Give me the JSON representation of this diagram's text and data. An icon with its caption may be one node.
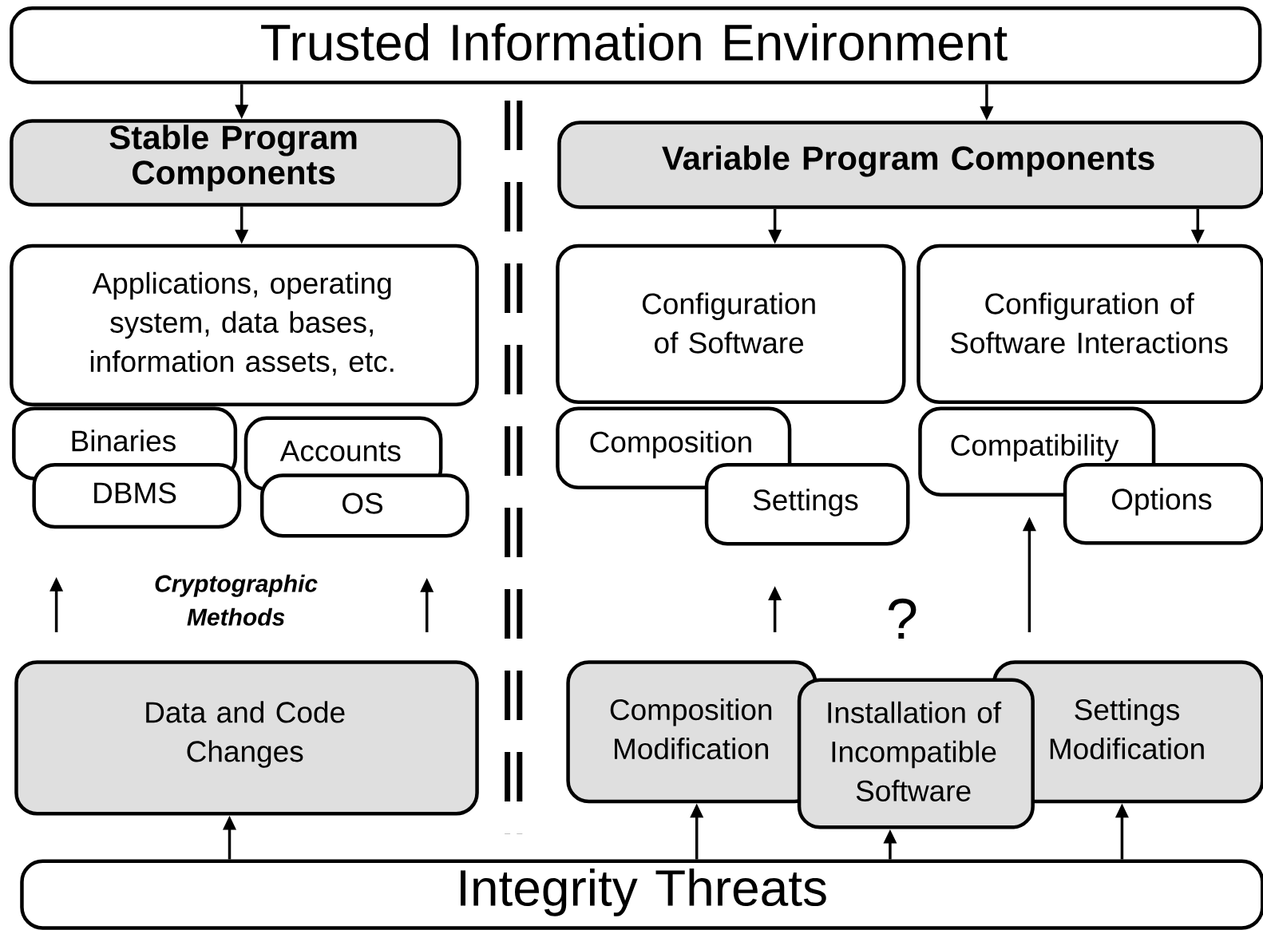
{
  "diagram": {
    "nodes": [
      {
        "text": [
          "Trusted Information Environment"
        ]
      },
      {
        "text": [
          "Stable Program Components"
        ]
      },
      {
        "text": [
          "Variable Program Components"
        ]
      },
      {
        "text": [
          "Applications, operating system, data bases, information assets, etc."
        ]
      },
      {
        "text": [
          "Binaries"
        ]
      },
      {
        "text": [
          "DBMS"
        ]
      },
      {
        "text": [
          "Accounts"
        ]
      },
      {
        "text": [
          "OS"
        ]
      },
      {
        "text": [
          "Configuration of Software"
        ]
      },
      {
        "text": [
          "Configuration of Software Interactions"
        ]
      },
      {
        "text": [
          "Composition"
        ]
      },
      {
        "text": [
          "Settings"
        ]
      },
      {
        "text": [
          "Compatibility"
        ]
      },
      {
        "text": [
          "Options"
        ]
      },
      {
        "text": [
          "Data and Code Changes"
        ]
      },
      {
        "text": [
          "Composition Modification"
        ]
      },
      {
        "text": [
          "Installation of Incompatible Software"
        ]
      },
      {
        "text": [
          "Settings Modification"
        ]
      },
      {
        "text": [
          "Integrity Threats"
        ]
      }
    ],
    "edges": [
      {
        "from": 0,
        "to": 1,
        "arrow": "to"
      },
      {
        "from": 0,
        "to": 2,
        "arrow": "to"
      },
      {
        "from": 1,
        "to": 3,
        "arrow": "to"
      },
      {
        "from": 2,
        "to": 8,
        "arrow": "to"
      },
      {
        "from": 2,
        "to": 9,
        "arrow": "to"
      },
      {
        "from": 14,
        "to": 5,
        "arrow": "to"
      },
      {
        "from": 14,
        "to": 7,
        "arrow": "to"
      },
      {
        "from": 15,
        "to": 11,
        "arrow": "to"
      },
      {
        "from": 17,
        "to": 12,
        "arrow": "to"
      },
      {
        "from": 18,
        "to": 14,
        "arrow": "to"
      },
      {
        "from": 18,
        "to": 15,
        "arrow": "to"
      },
      {
        "from": 18,
        "to": 16,
        "arrow": "to"
      },
      {
        "from": 18,
        "to": 17,
        "arrow": "to"
      }
    ],
    "labels": [
      "Cryptographic Methods",
      "?"
    ]
  }
}
